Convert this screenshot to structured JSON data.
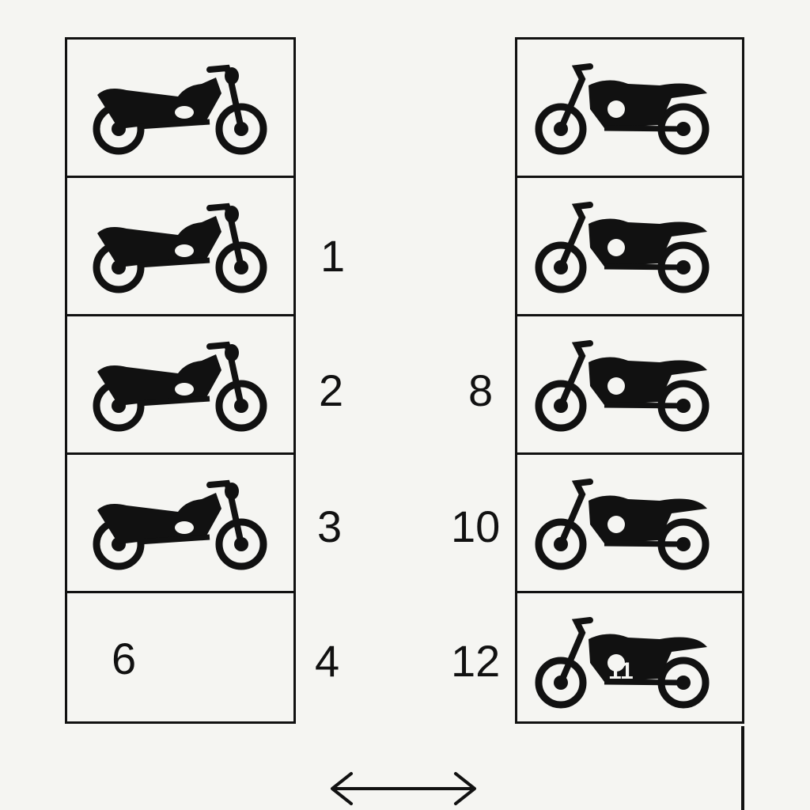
{
  "left_column": {
    "slots": [
      {
        "content": "motorcycle-icon"
      },
      {
        "content": "motorcycle-icon"
      },
      {
        "content": "motorcycle-icon"
      },
      {
        "content": "motorcycle-icon"
      },
      {
        "content": "empty",
        "label": "6"
      }
    ]
  },
  "right_column": {
    "slots": [
      {
        "content": "motorcycle-icon"
      },
      {
        "content": "motorcycle-icon"
      },
      {
        "content": "motorcycle-icon"
      },
      {
        "content": "motorcycle-icon"
      },
      {
        "content": "motorcycle-icon",
        "plate": "11"
      }
    ]
  },
  "aisle_numbers_left": [
    "1",
    "2",
    "3",
    "4"
  ],
  "aisle_numbers_right": [
    "8",
    "10",
    "12"
  ],
  "aisle_arrow": "double-arrow-icon"
}
